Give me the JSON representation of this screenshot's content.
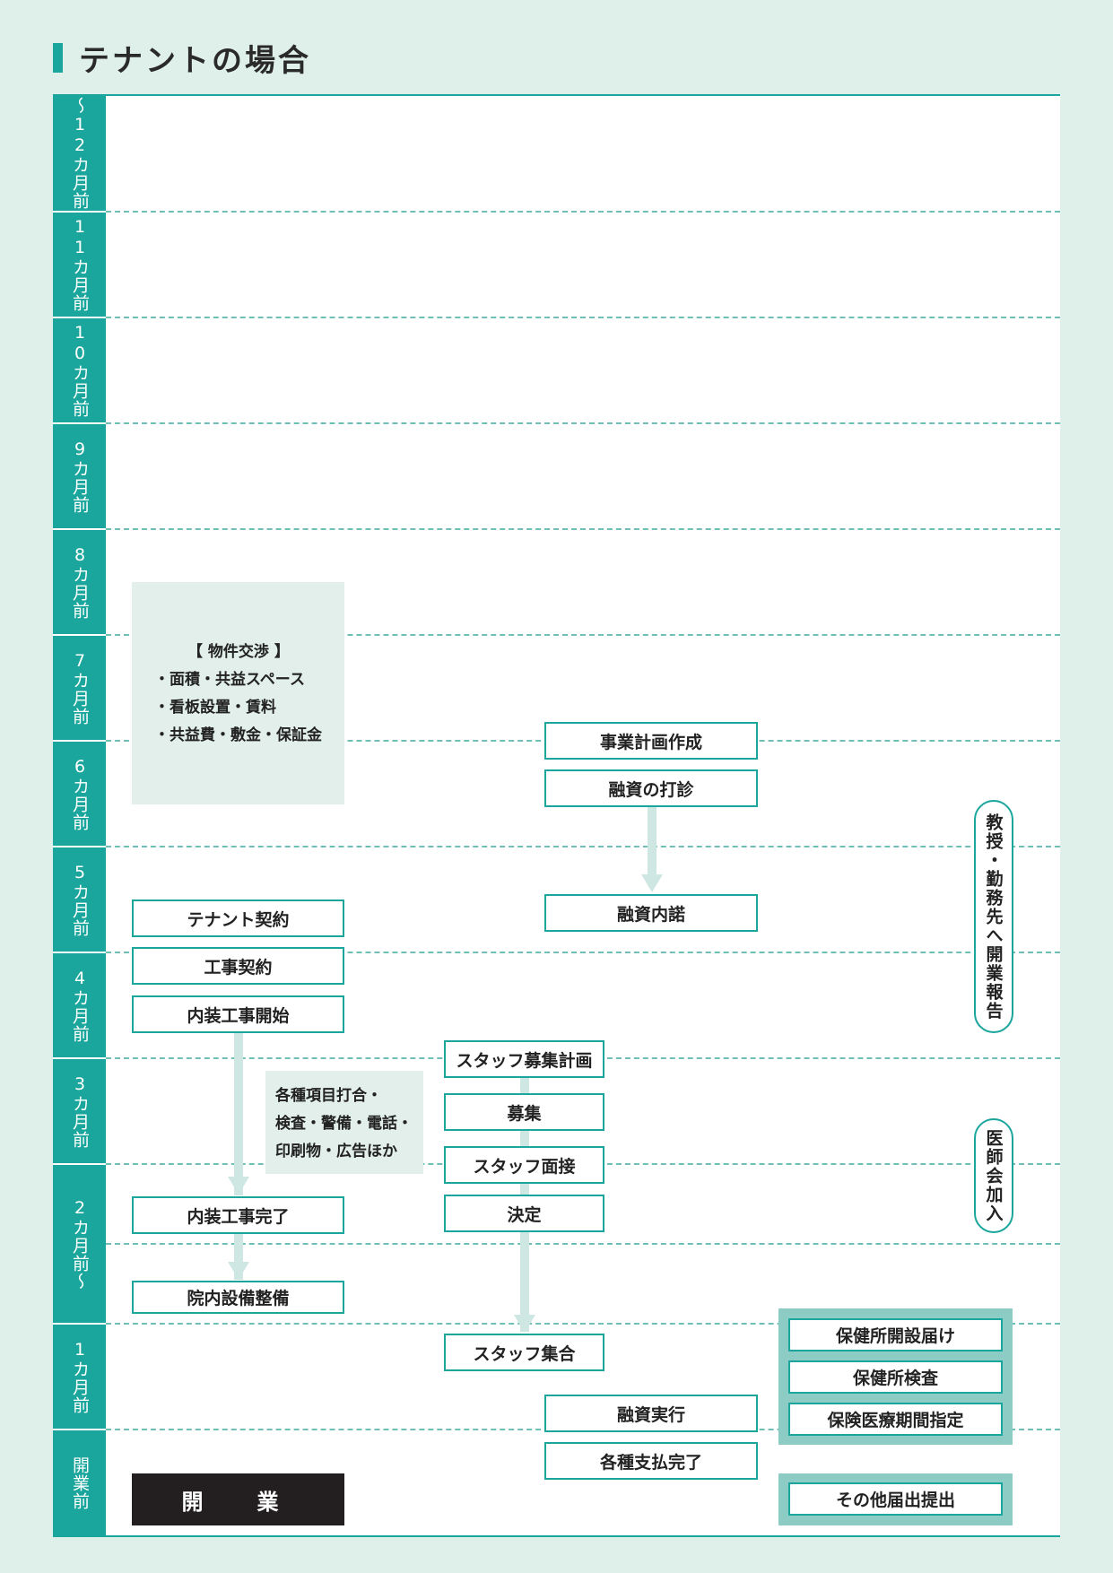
{
  "title": "テナントの場合",
  "periods": [
    {
      "label": "〜12カ月前"
    },
    {
      "label": "11カ月前"
    },
    {
      "label": "10カ月前"
    },
    {
      "label": "9カ月前"
    },
    {
      "label": "8カ月前"
    },
    {
      "label": "7カ月前"
    },
    {
      "label": "6カ月前"
    },
    {
      "label": "5カ月前"
    },
    {
      "label": "4カ月前"
    },
    {
      "label": "3カ月前"
    },
    {
      "label": "2カ月前〜"
    },
    {
      "label": "1カ月前"
    },
    {
      "label": "開業前"
    }
  ],
  "property_note": {
    "heading": "【 物件交渉 】",
    "items": [
      "・面積・共益スペース",
      "・看板設置・賃料",
      "・共益費・敷金・保証金"
    ]
  },
  "misc_note": {
    "lines": [
      "各種項目打合・",
      "検査・警備・電話・",
      "印刷物・広告ほか"
    ]
  },
  "tasks": {
    "tenant_contract": "テナント契約",
    "construction_contract": "工事契約",
    "interior_start": "内装工事開始",
    "interior_complete": "内装工事完了",
    "facility_setup": "院内設備整備",
    "business_plan": "事業計画作成",
    "loan_inquiry": "融資の打診",
    "loan_approval": "融資内諾",
    "staff_plan": "スタッフ募集計画",
    "recruit": "募集",
    "staff_interview": "スタッフ面接",
    "decision": "決定",
    "staff_gather": "スタッフ集合",
    "loan_execution": "融資実行",
    "payments_complete": "各種支払完了",
    "health_center_notice": "保健所開設届け",
    "health_center_inspection": "保健所検査",
    "insurance_designation": "保険医療期間指定",
    "other_filings": "その他届出提出"
  },
  "pills": {
    "professor_report": "教授・勤務先へ開業報告",
    "medical_association": "医師会加入"
  },
  "opening": "開　業"
}
